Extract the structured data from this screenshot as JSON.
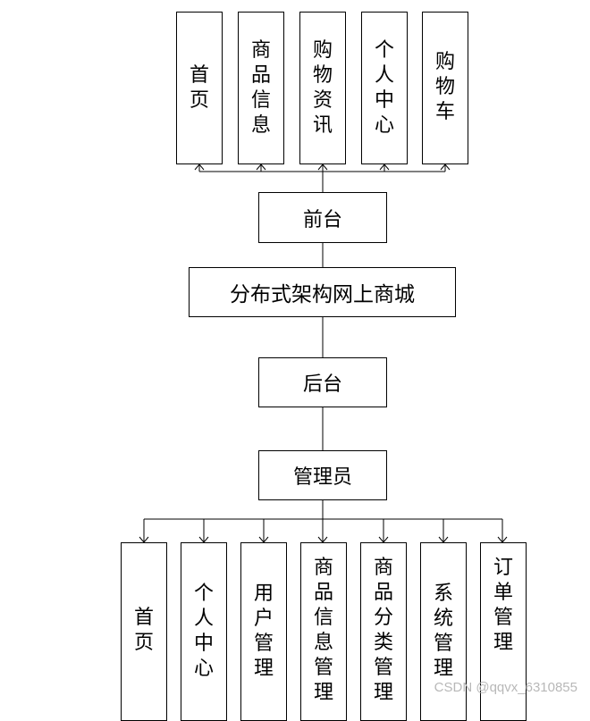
{
  "root": {
    "label": "分布式架构网上商城"
  },
  "frontend": {
    "label": "前台",
    "modules": [
      "首页",
      "商品信息",
      "购物资讯",
      "个人中心",
      "购物车"
    ]
  },
  "backend": {
    "label": "后台",
    "role": "管理员",
    "modules": [
      "首页",
      "个人中心",
      "用户管理",
      "商品信息管理",
      "商品分类管理",
      "系统管理",
      "订单管理"
    ]
  },
  "watermark": "CSDN @qqvx_6310855"
}
